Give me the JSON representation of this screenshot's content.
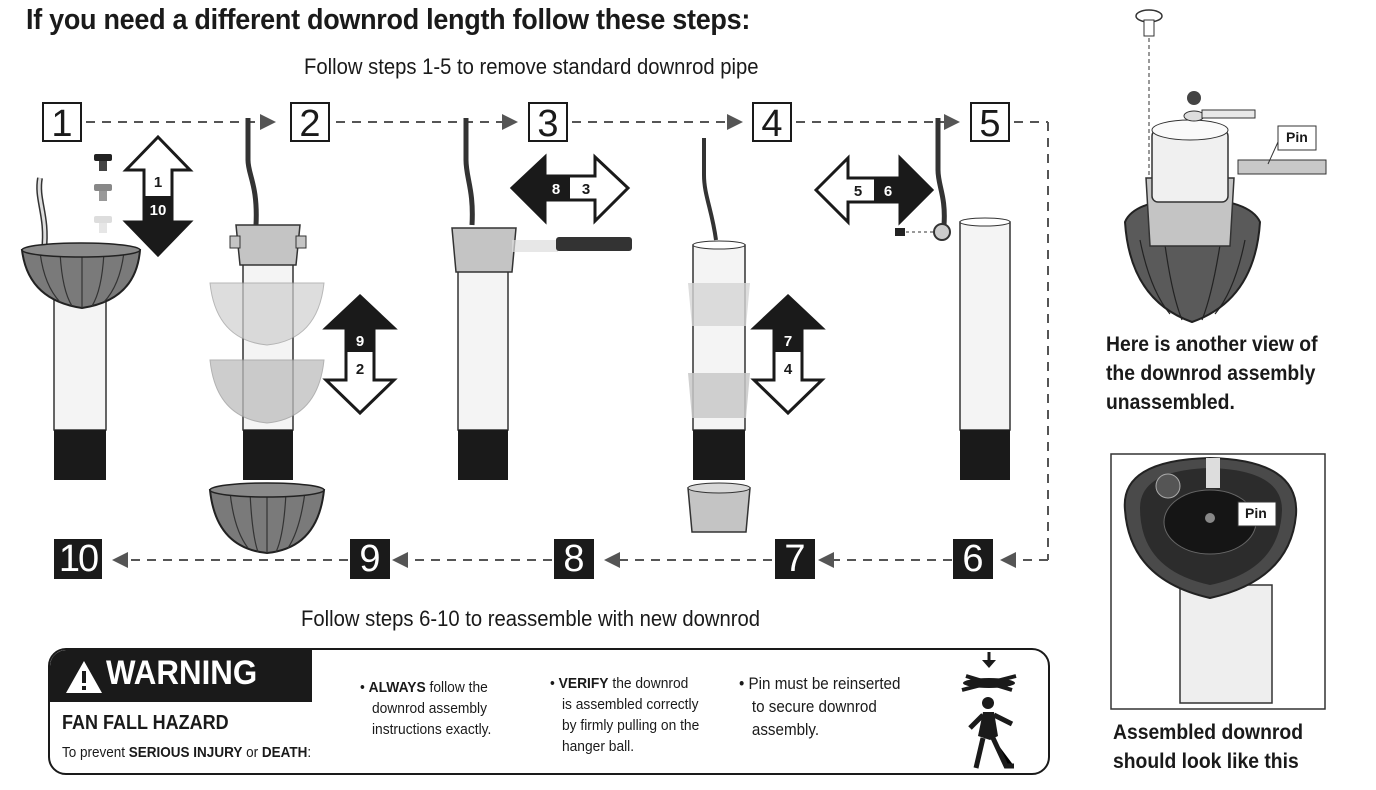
{
  "title": "If you need a different downrod length follow these steps:",
  "subtitle_top": "Follow steps 1-5 to remove standard downrod pipe",
  "subtitle_bottom": "Follow steps 6-10 to reassemble with new downrod",
  "steps_top": [
    "1",
    "2",
    "3",
    "4",
    "5"
  ],
  "steps_bottom": [
    "6",
    "7",
    "8",
    "9",
    "10"
  ],
  "arrow_labels": {
    "vertical_1": [
      "1",
      "10"
    ],
    "vertical_2": [
      "9",
      "2"
    ],
    "horizontal_3": [
      "8",
      "3"
    ],
    "vertical_4": [
      "7",
      "4"
    ],
    "horizontal_5": [
      "5",
      "6"
    ]
  },
  "side_caption_top": [
    "Here is another view of",
    "the downrod assembly",
    "unassembled."
  ],
  "side_caption_bottom": [
    "Assembled downrod",
    "should look like this"
  ],
  "pin_label": "Pin",
  "warning": {
    "label": "WARNING",
    "hazard": "FAN FALL HAZARD",
    "hazard_sub_prefix": "To prevent ",
    "hazard_sub_bold": "SERIOUS INJURY",
    "hazard_sub_mid": " or ",
    "hazard_sub_bold2": "DEATH",
    "hazard_sub_suffix": ":",
    "bullet1_bold": "ALWAYS",
    "bullet1_rest_line1": " follow the",
    "bullet1_line2": "downrod assembly",
    "bullet1_line3": "instructions exactly.",
    "bullet2_bold": "VERIFY",
    "bullet2_rest_line1": " the downrod",
    "bullet2_line2": "is assembled correctly",
    "bullet2_line3": "by firmly pulling on the",
    "bullet2_line4": "hanger ball.",
    "bullet3_line1": "Pin must be reinserted",
    "bullet3_line2": "to secure downrod",
    "bullet3_line3": "assembly."
  },
  "colors": {
    "ink": "#1a1a1a",
    "canopy_gray": "#7a7a7a",
    "coupler_gray": "#c4c4c4",
    "pipe_white": "#f4f4f4"
  }
}
